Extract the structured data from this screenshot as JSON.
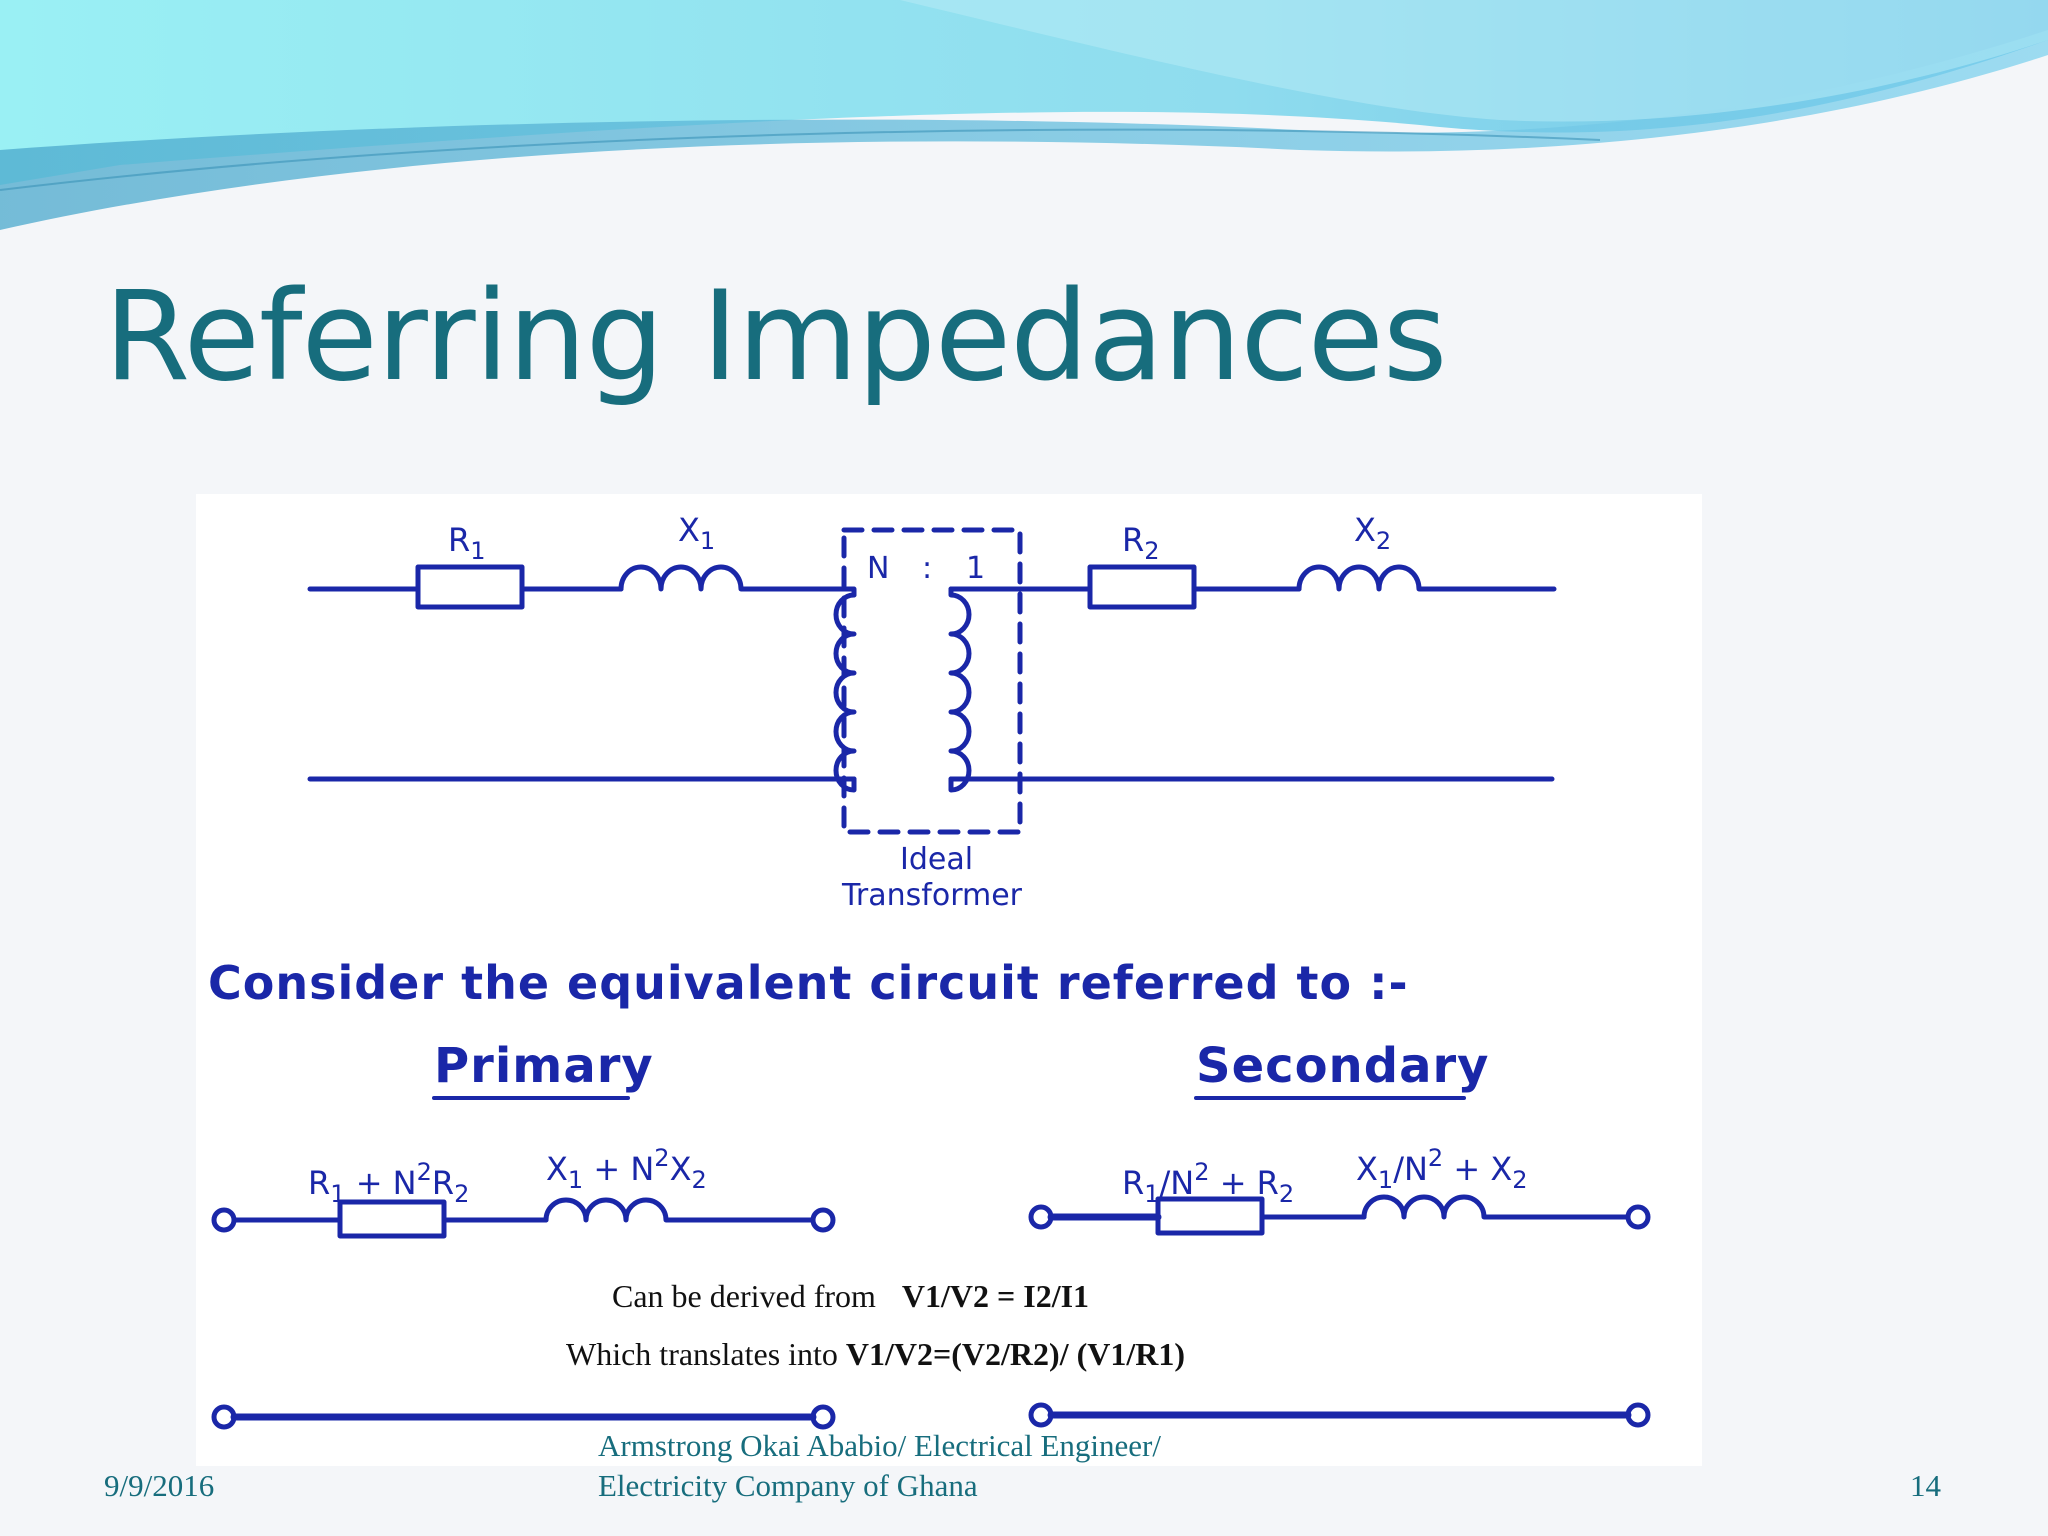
{
  "slide": {
    "title": "Referring Impedances",
    "footer": {
      "date": "9/9/2016",
      "author_line1": "Armstrong Okai Ababio/  Electrical Engineer/",
      "author_line2": "Electricity Company of Ghana",
      "page_number": "14"
    }
  },
  "diagram": {
    "top_circuit": {
      "r1": {
        "base": "R",
        "sub": "1"
      },
      "x1": {
        "base": "X",
        "sub": "1"
      },
      "r2": {
        "base": "R",
        "sub": "2"
      },
      "x2": {
        "base": "X",
        "sub": "2"
      },
      "ratio_n": "N",
      "ratio_sep": ":",
      "ratio_one": "1",
      "ideal_line1": "Ideal",
      "ideal_line2": "Transformer"
    },
    "consider_text": "Consider the equivalent circuit referred to :-",
    "primary_heading": "Primary",
    "secondary_heading": "Secondary",
    "primary_circuit": {
      "r_label": {
        "a": "R",
        "a_sub": "1",
        "b": " + N",
        "b_sup": "2",
        "c": "R",
        "c_sub": "2"
      },
      "x_label": {
        "a": "X",
        "a_sub": "1",
        "b": " + N",
        "b_sup": "2",
        "c": "X",
        "c_sub": "2"
      }
    },
    "secondary_circuit": {
      "r_label": {
        "a": "R",
        "a_sub": "1",
        "b": "/N",
        "b_sup": "2",
        "c": " + R",
        "c_sub": "2"
      },
      "x_label": {
        "a": "X",
        "a_sub": "1",
        "b": "/N",
        "b_sup": "2",
        "c": " + X",
        "c_sub": "2"
      }
    },
    "derivation": {
      "line1_prefix": "Can be derived from",
      "line1_formula": "V1/V2 = I2/I1",
      "line2_prefix": "Which translates into ",
      "line2_formula": "V1/V2=(V2/R2)/ (V1/R1)"
    }
  },
  "colors": {
    "circuit": "#1a27a8",
    "title": "#176d7d",
    "wave_light": "#8fe6f0",
    "wave_dark": "#5fb8de"
  }
}
